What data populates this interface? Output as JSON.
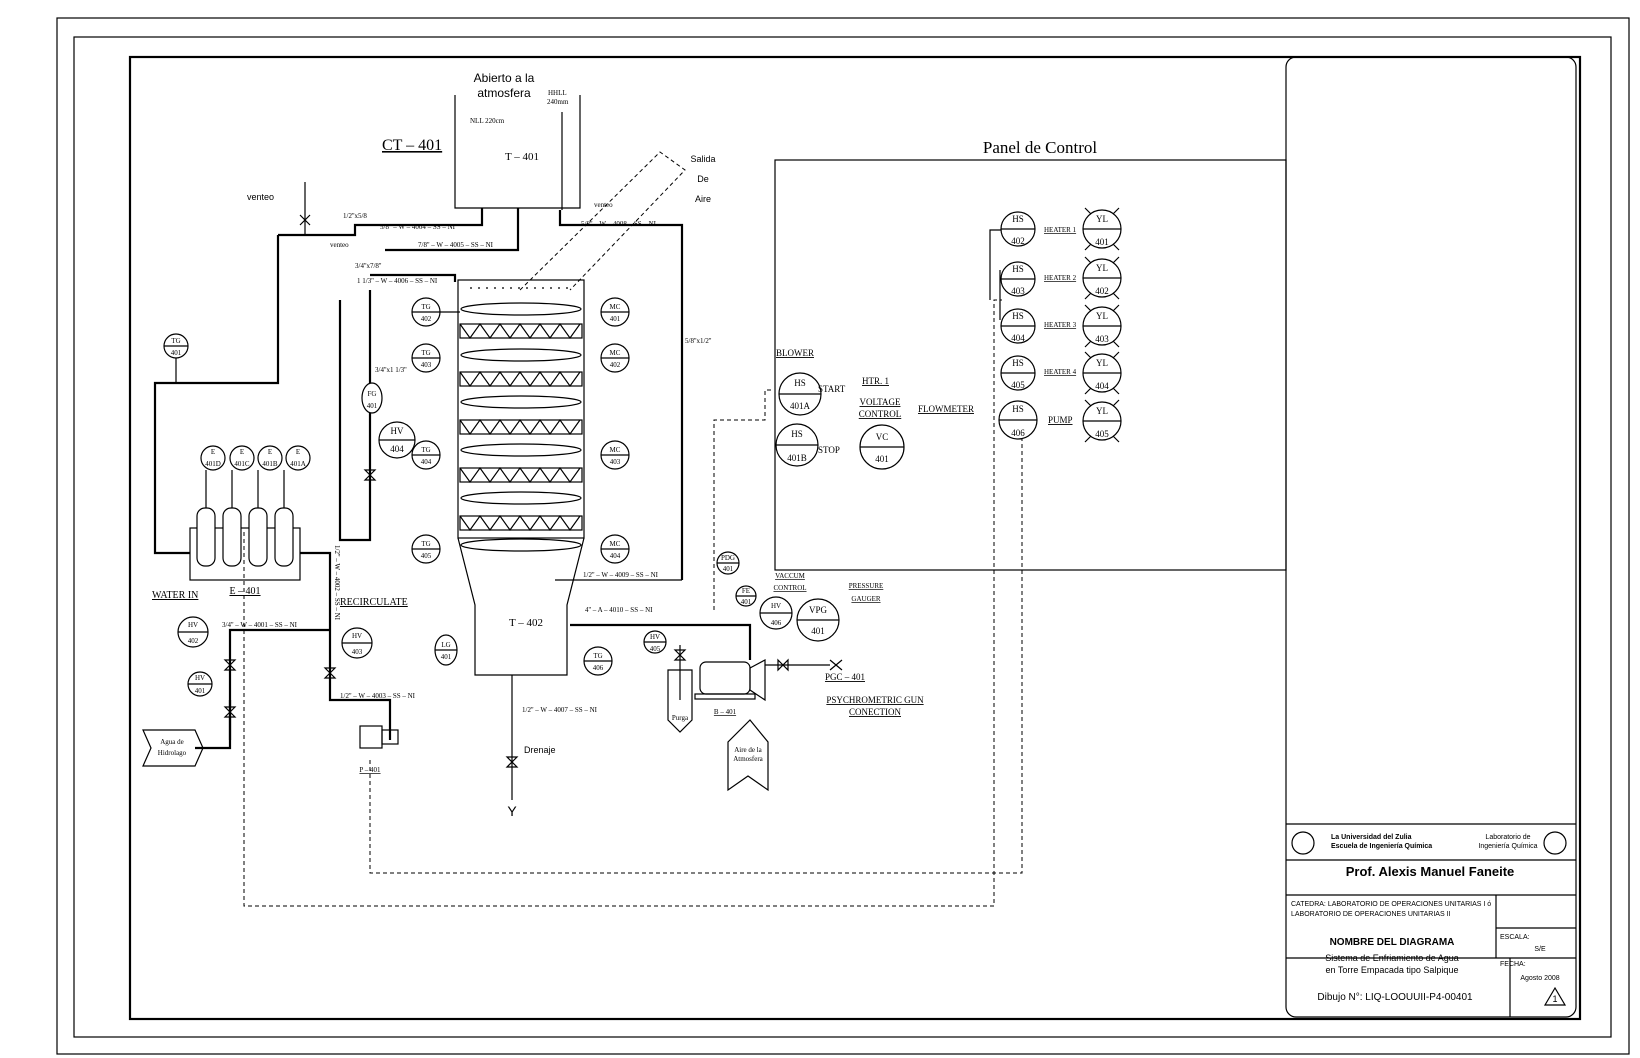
{
  "tower_code": "CT – 401",
  "tank": {
    "title_line1": "Abierto a la",
    "title_line2": "atmosfera",
    "code": "T – 401",
    "nll": "NLL 220cm",
    "hhll_line1": "HHLL",
    "hhll_line2": "240mm"
  },
  "air_outlet": {
    "line1": "Salida",
    "line2": "De",
    "line3": "Aire"
  },
  "vents": {
    "main": "venteo",
    "small1": "venteo",
    "small2": "venteo"
  },
  "column": {
    "code": "T – 402"
  },
  "heater_box": {
    "code": "E – 401",
    "heaters": [
      {
        "letter": "E",
        "num": "401D"
      },
      {
        "letter": "E",
        "num": "401C"
      },
      {
        "letter": "E",
        "num": "401B"
      },
      {
        "letter": "E",
        "num": "401A"
      }
    ]
  },
  "pipes": {
    "p4004": "5/8'' – W – 4004 – SS – NI",
    "p4005": "7/8'' – W – 4005 – SS – NI",
    "p4006": "1 1/3'' – W – 4006 – SS – NI",
    "p4008": "5/8'' – W – 4008 – SS – NI",
    "p4009": "1/2'' – W – 4009 – SS – NI",
    "p4010": "4'' – A – 4010 – SS – NI",
    "p4001": "3/4'' – W – 4001 – SS – NI",
    "p4003": "1/2'' – W – 4003 – SS – NI",
    "p4007": "1/2'' – W – 4007 – SS – NI",
    "p4002": "1/2'' – W – 4002 – SS – NI",
    "red1": "1/2''x5/8",
    "red2": "3/4''x7/8''",
    "red3": "3/4''x1 1/3''",
    "red4": "5/8''x1/2''"
  },
  "instruments": {
    "tg401": {
      "tag": "TG",
      "num": "401"
    },
    "tg402": {
      "tag": "TG",
      "num": "402"
    },
    "tg403": {
      "tag": "TG",
      "num": "403"
    },
    "tg404": {
      "tag": "TG",
      "num": "404"
    },
    "tg405": {
      "tag": "TG",
      "num": "405"
    },
    "tg406": {
      "tag": "TG",
      "num": "406"
    },
    "mc401": {
      "tag": "MC",
      "num": "401"
    },
    "mc402": {
      "tag": "MC",
      "num": "402"
    },
    "mc403": {
      "tag": "MC",
      "num": "403"
    },
    "mc404": {
      "tag": "MC",
      "num": "404"
    },
    "fg401": {
      "tag": "FG",
      "num": "401"
    },
    "hv404": {
      "tag": "HV",
      "num": "404"
    },
    "hv402": {
      "tag": "HV",
      "num": "402"
    },
    "hv401": {
      "tag": "HV",
      "num": "401"
    },
    "hv403": {
      "tag": "HV",
      "num": "403"
    },
    "hv405": {
      "tag": "HV",
      "num": "405"
    },
    "hv406": {
      "tag": "HV",
      "num": "406"
    },
    "lg401": {
      "tag": "LG",
      "num": "401"
    },
    "pdg401": {
      "tag": "PDG",
      "num": "401"
    },
    "fe401": {
      "tag": "FE",
      "num": "401"
    },
    "vpg401": {
      "tag": "VPG",
      "num": "401"
    }
  },
  "labels": {
    "water_in": "WATER IN",
    "recirculate": "RECIRCULATE",
    "water_source_line1": "Agua de",
    "water_source_line2": "Hidrolago",
    "pump": "P – 401",
    "drain": "Drenaje",
    "purge": "Purga",
    "blower": "B – 401",
    "air_in_line1": "Aire de la",
    "air_in_line2": "Atmosfera",
    "vaccum_line1": "VACCUM",
    "vaccum_line2": "CONTROL",
    "pressure_line1": "PRESSURE",
    "pressure_line2": "GAUGER",
    "pgc": "PGC – 401",
    "psy_line1": "PSYCHROMETRIC GUN",
    "psy_line2": "CONECTION"
  },
  "panel": {
    "title": "Panel de Control",
    "blower_label": "BLOWER",
    "hs401a": {
      "tag": "HS",
      "num": "401A"
    },
    "hs401b": {
      "tag": "HS",
      "num": "401B"
    },
    "start": "START",
    "stop": "STOP",
    "htr": "HTR. 1",
    "voltage_line1": "VOLTAGE",
    "voltage_line2": "CONTROL",
    "vc401": {
      "tag": "VC",
      "num": "401"
    },
    "flowmeter": "FLOWMETER",
    "rows": [
      {
        "hs": "HS",
        "hs_num": "402",
        "label": "HEATER 1",
        "yl": "YL",
        "yl_num": "401"
      },
      {
        "hs": "HS",
        "hs_num": "403",
        "label": "HEATER 2",
        "yl": "YL",
        "yl_num": "402"
      },
      {
        "hs": "HS",
        "hs_num": "404",
        "label": "HEATER 3",
        "yl": "YL",
        "yl_num": "403"
      },
      {
        "hs": "HS",
        "hs_num": "405",
        "label": "HEATER 4",
        "yl": "YL",
        "yl_num": "404"
      },
      {
        "hs": "HS",
        "hs_num": "406",
        "label": "PUMP",
        "yl": "YL",
        "yl_num": "405"
      }
    ]
  },
  "title_block": {
    "university_line1": "La Universidad del Zulia",
    "university_line2": "Escuela de Ingeniería Química",
    "lab_line1": "Laboratorio de",
    "lab_line2": "Ingeniería Química",
    "professor": "Prof. Alexis Manuel Faneite",
    "catedra_line1": "CATEDRA: LABORATORIO DE OPERACIONES UNITARIAS I ó",
    "catedra_line2": "LABORATORIO DE OPERACIONES UNITARIAS II",
    "diagram_label": "NOMBRE DEL DIAGRAMA",
    "diagram_name_line1": "Sistema de Enfriamiento de Agua",
    "diagram_name_line2": "en Torre Empacada tipo Salpique",
    "escala_label": "ESCALA:",
    "escala_value": "S/E",
    "fecha_label": "FECHA:",
    "fecha_value": "Agosto 2008",
    "drawing_no": "Dibujo N°: LIQ-LOOUUII-P4-00401",
    "revision": "1"
  }
}
